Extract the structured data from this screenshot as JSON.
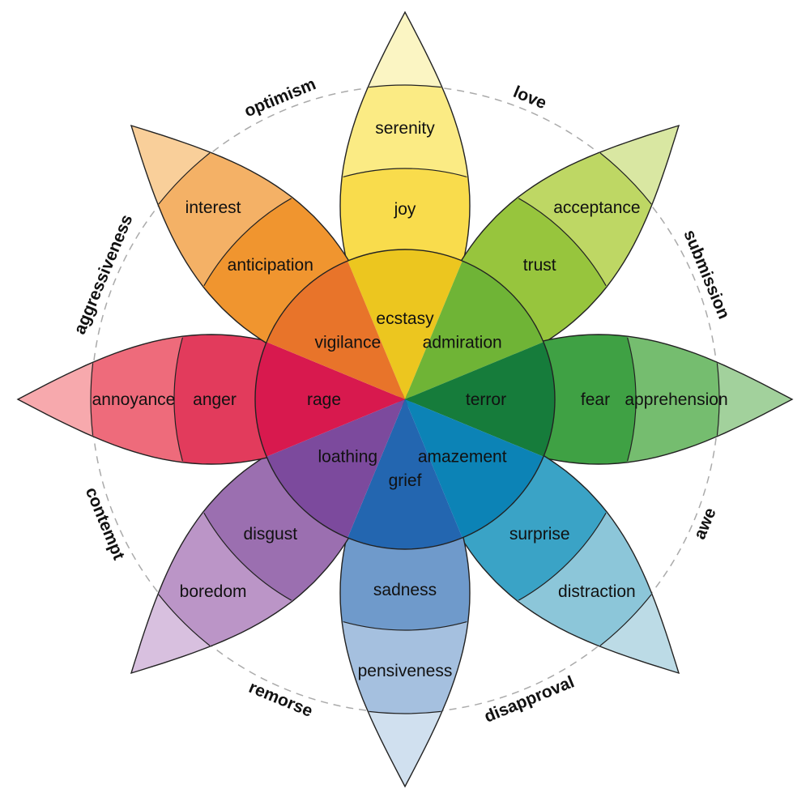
{
  "petals": [
    {
      "id": "joy",
      "colors": [
        "#fbf5c3",
        "#fbeb84",
        "#f9dc4c",
        "#ecc61f"
      ],
      "labels": [
        "serenity",
        "joy",
        "ecstasy"
      ]
    },
    {
      "id": "trust",
      "colors": [
        "#d9e7a2",
        "#bed764",
        "#97c53d",
        "#6fb436"
      ],
      "labels": [
        "acceptance",
        "trust",
        "admiration"
      ]
    },
    {
      "id": "fear",
      "colors": [
        "#a2d19c",
        "#75bd6f",
        "#3fa144",
        "#167c3b"
      ],
      "labels": [
        "apprehension",
        "fear",
        "terror"
      ]
    },
    {
      "id": "surprise",
      "colors": [
        "#bcdbe6",
        "#8cc6d9",
        "#3aa3c6",
        "#0c83b6"
      ],
      "labels": [
        "distraction",
        "surprise",
        "amazement"
      ]
    },
    {
      "id": "sadness",
      "colors": [
        "#d0e0ef",
        "#a5c0df",
        "#6f9acb",
        "#2366b0"
      ],
      "labels": [
        "pensiveness",
        "sadness",
        "grief"
      ]
    },
    {
      "id": "disgust",
      "colors": [
        "#d8c0df",
        "#bb95c7",
        "#9b6fb0",
        "#7c4a9d"
      ],
      "labels": [
        "boredom",
        "disgust",
        "loathing"
      ]
    },
    {
      "id": "anger",
      "colors": [
        "#f7a9ad",
        "#ee6b7b",
        "#e23b5c",
        "#d8194e"
      ],
      "labels": [
        "annoyance",
        "anger",
        "rage"
      ]
    },
    {
      "id": "anticipation",
      "colors": [
        "#f9cf9a",
        "#f4b166",
        "#f0952f",
        "#e8742a"
      ],
      "labels": [
        "interest",
        "anticipation",
        "vigilance"
      ]
    }
  ],
  "dyads": [
    "love",
    "submission",
    "awe",
    "disapproval",
    "remorse",
    "contempt",
    "aggressiveness",
    "optimism"
  ]
}
